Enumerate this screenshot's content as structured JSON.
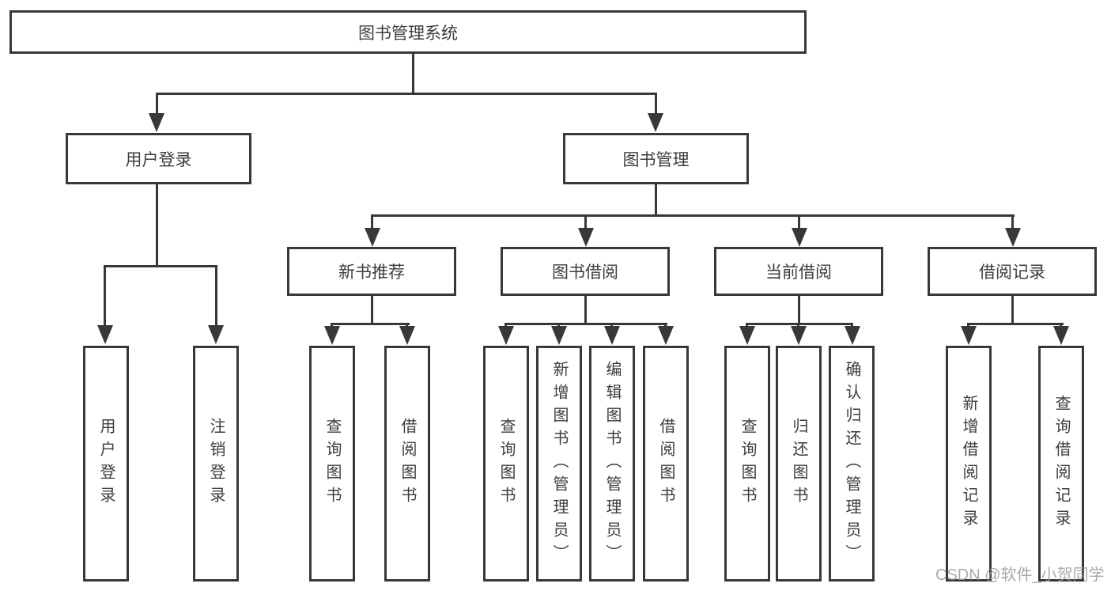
{
  "diagram": {
    "title": "图书管理系统",
    "level2": [
      {
        "label": "用户登录"
      },
      {
        "label": "图书管理"
      }
    ],
    "level3": [
      {
        "label": "新书推荐",
        "parent": "图书管理"
      },
      {
        "label": "图书借阅",
        "parent": "图书管理"
      },
      {
        "label": "当前借阅",
        "parent": "图书管理"
      },
      {
        "label": "借阅记录",
        "parent": "图书管理"
      }
    ],
    "leaves": [
      {
        "label": "用户登录",
        "parent": "用户登录"
      },
      {
        "label": "注销登录",
        "parent": "用户登录"
      },
      {
        "label": "查询图书",
        "parent": "新书推荐"
      },
      {
        "label": "借阅图书",
        "parent": "新书推荐"
      },
      {
        "label": "查询图书",
        "parent": "图书借阅"
      },
      {
        "label": "新增图书（管理员）",
        "parent": "图书借阅"
      },
      {
        "label": "编辑图书（管理员）",
        "parent": "图书借阅"
      },
      {
        "label": "借阅图书",
        "parent": "图书借阅"
      },
      {
        "label": "查询图书",
        "parent": "当前借阅"
      },
      {
        "label": "归还图书",
        "parent": "当前借阅"
      },
      {
        "label": "确认归还（管理员）",
        "parent": "当前借阅"
      },
      {
        "label": "新增借阅记录",
        "parent": "借阅记录"
      },
      {
        "label": "查询借阅记录",
        "parent": "借阅记录"
      }
    ]
  },
  "watermark": "CSDN @软件_小贺同学",
  "colors": {
    "line": "#383838",
    "text": "#3d3d3d",
    "watermark": "#9c9c9c",
    "background": "#ffffff"
  }
}
